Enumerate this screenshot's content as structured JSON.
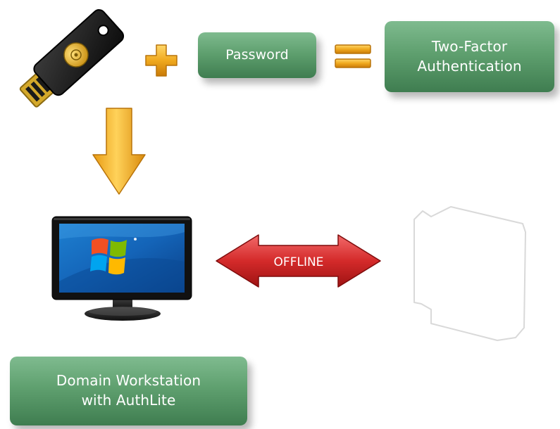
{
  "password_box": {
    "label": "Password"
  },
  "result_box": {
    "label": "Two-Factor\nAuthentication"
  },
  "workstation_box": {
    "label": "Domain Workstation\nwith AuthLite"
  },
  "offline_arrow": {
    "label": "OFFLINE"
  },
  "colors": {
    "box_green": "#5fa06f",
    "operator_orange": "#e8a020",
    "arrow_red": "#c81e1e",
    "usb_key": "#1c1c1c",
    "key_button_gold": "#d9a21a",
    "monitor_frame": "#111111"
  },
  "icons": {
    "usb_key": "usb-security-key-icon",
    "plus": "plus-sign-icon",
    "equals": "equals-sign-icon",
    "down_arrow": "down-arrow-icon",
    "monitor": "windows-monitor-icon",
    "double_arrow": "double-headed-arrow-icon",
    "server_outline": "server-outline-icon"
  }
}
